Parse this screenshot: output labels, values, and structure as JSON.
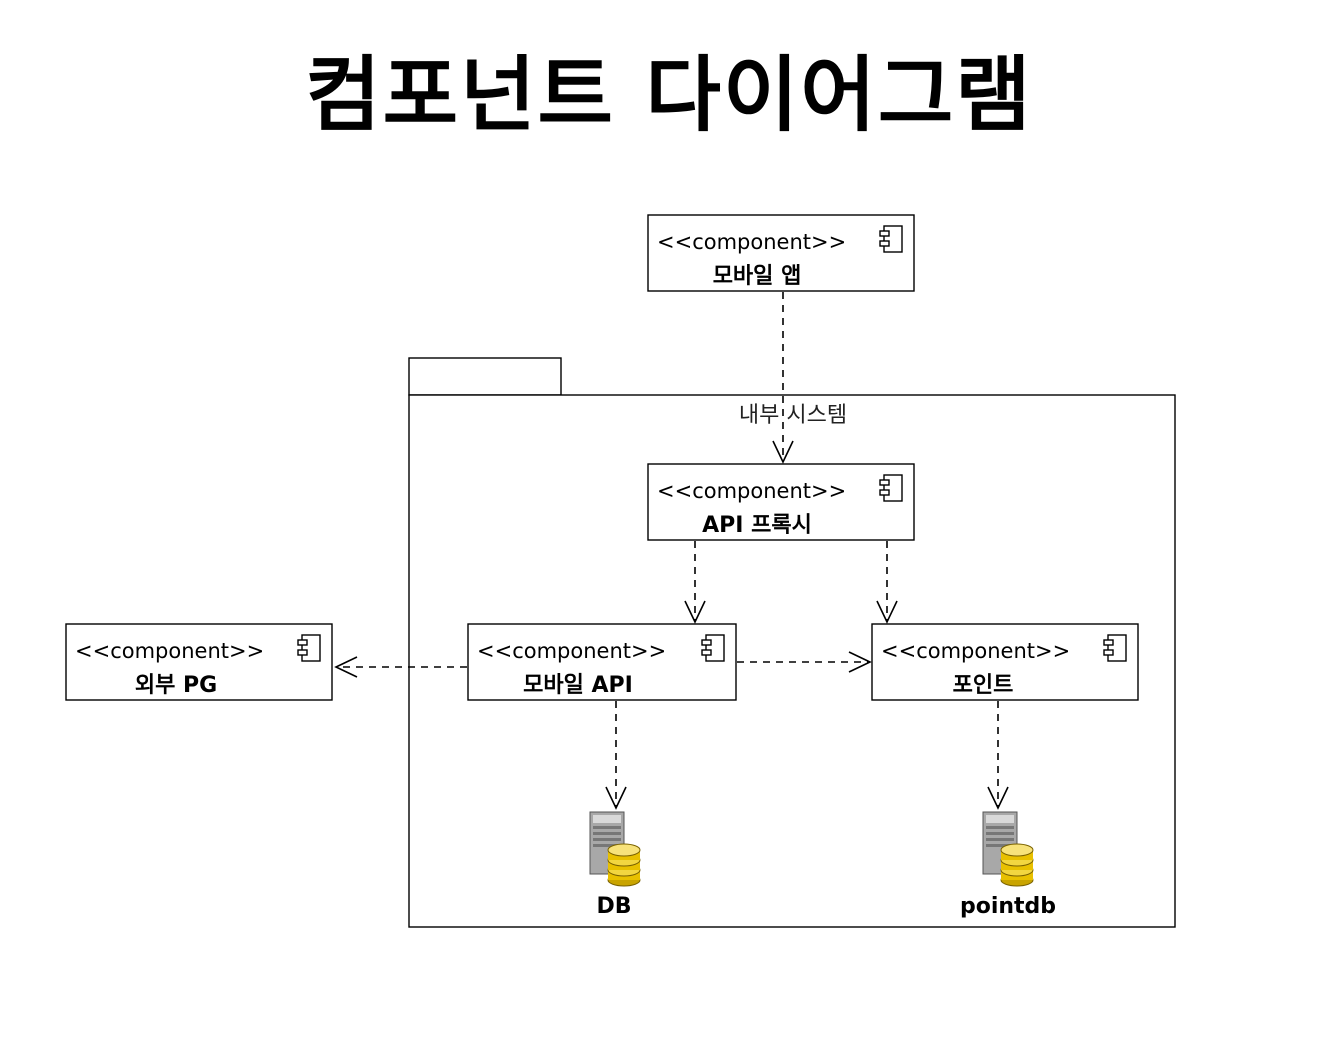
{
  "title": "컴포넌트 다이어그램",
  "package": {
    "name": "내부 시스템"
  },
  "components": {
    "mobile_app": {
      "stereotype": "<<component>>",
      "name": "모바일 앱"
    },
    "api_proxy": {
      "stereotype": "<<component>>",
      "name": "API 프록시"
    },
    "mobile_api": {
      "stereotype": "<<component>>",
      "name": "모바일 API"
    },
    "point": {
      "stereotype": "<<component>>",
      "name": "포인트"
    },
    "external_pg": {
      "stereotype": "<<component>>",
      "name": "외부 PG"
    }
  },
  "databases": {
    "db": {
      "name": "DB"
    },
    "pointdb": {
      "name": "pointdb"
    }
  },
  "colors": {
    "db_gold": "#e8c000",
    "server_gray": "#9a9a9a"
  }
}
